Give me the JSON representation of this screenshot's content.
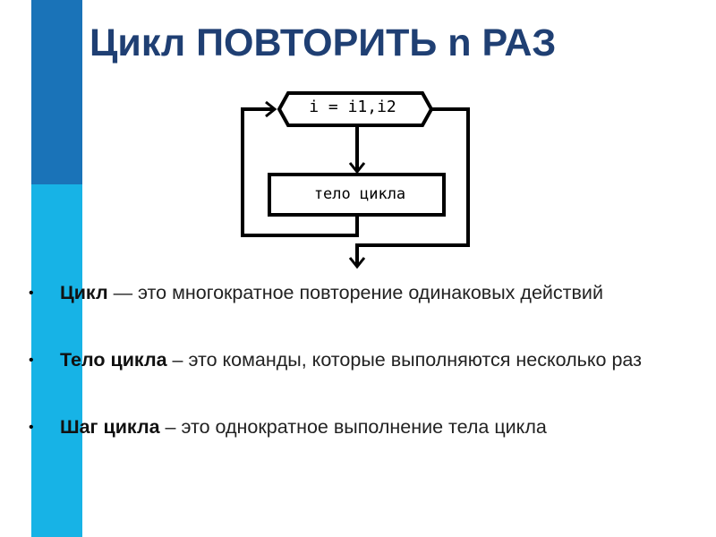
{
  "slide": {
    "title": "Цикл ПОВТОРИТЬ n РАЗ",
    "colors": {
      "title": "#1f3f73",
      "bar_dark": "#1a73b8",
      "bar_light": "#17b3e6"
    }
  },
  "flowchart": {
    "loop_header_text": "i = i1,i2",
    "body_text": "тело цикла"
  },
  "bullets": [
    {
      "term": "Цикл",
      "text": " — это многократное повторение одинаковых действий"
    },
    {
      "term": "Тело цикла",
      "text": " – это команды, которые выполняются несколько раз"
    },
    {
      "term": "Шаг цикла",
      "text": " – это однократное выполнение тела цикла"
    }
  ]
}
